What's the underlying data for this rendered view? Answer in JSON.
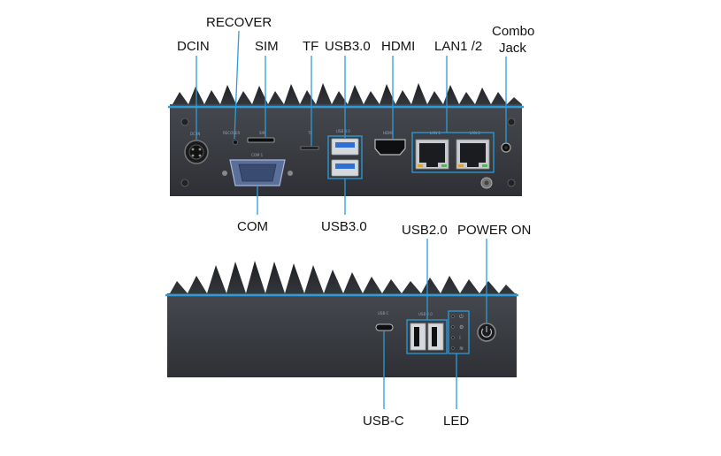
{
  "callouts": {
    "dcin": "DCIN",
    "recover": "RECOVER",
    "sim": "SIM",
    "tf": "TF",
    "usb30_top": "USB3.0",
    "hdmi": "HDMI",
    "lan": "LAN1 /2",
    "combo_line1": "Combo",
    "combo_line2": "Jack",
    "com": "COM",
    "usb30_bottom": "USB3.0",
    "usb20": "USB2.0",
    "power_on": "POWER ON",
    "usbc": "USB-C",
    "led": "LED"
  },
  "silkscreen": {
    "dcin": "DC IN",
    "recover": "RECOVER",
    "sim": "SIM",
    "tf": "TF",
    "usb30": "USB 3.0",
    "hdmi": "HDMI",
    "lan1": "LAN 1",
    "lan2": "LAN 2",
    "com1": "COM 1",
    "usbc": "USB-C",
    "usb20": "USB 2.0"
  },
  "colors": {
    "accent_line": "#2d9cdb",
    "chassis": "#3a3d42",
    "usb3_blue": "#2f6fd6"
  }
}
